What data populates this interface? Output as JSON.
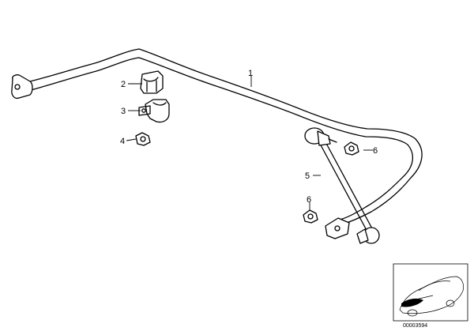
{
  "callouts": [
    {
      "id": "1",
      "text": "1"
    },
    {
      "id": "2",
      "text": "2"
    },
    {
      "id": "3",
      "text": "3"
    },
    {
      "id": "4",
      "text": "4"
    },
    {
      "id": "5",
      "text": "5"
    },
    {
      "id": "6",
      "text": "6"
    },
    {
      "id": "7",
      "text": "6"
    }
  ],
  "reference_code": "00003594",
  "colors": {
    "line": "#000000",
    "background": "#ffffff"
  }
}
